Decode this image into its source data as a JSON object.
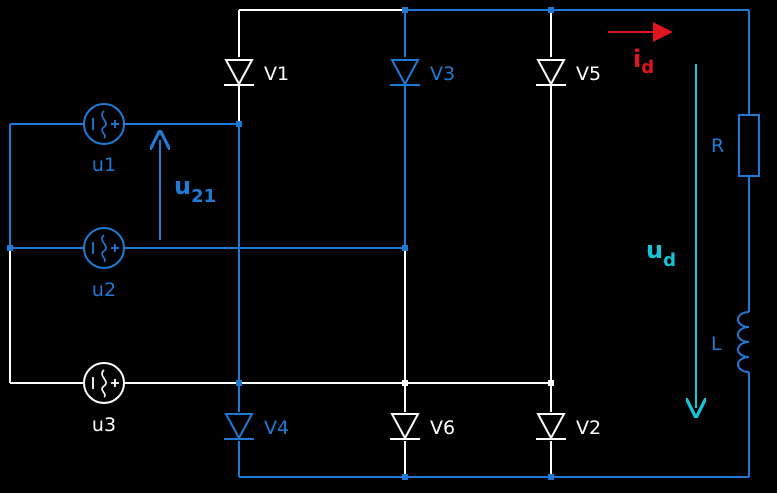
{
  "colors": {
    "background": "#000000",
    "inactive": "#ffffff",
    "active": "#1f7ad6",
    "current_arrow": "#e0141e",
    "voltage_arrow": "#17c3d6"
  },
  "sources": {
    "u1": {
      "label": "u1",
      "state": "active"
    },
    "u2": {
      "label": "u2",
      "state": "active"
    },
    "u3": {
      "label": "u3",
      "state": "inactive"
    }
  },
  "thyristors": {
    "v1": {
      "label": "V1",
      "state": "inactive"
    },
    "v3": {
      "label": "V3",
      "state": "active"
    },
    "v5": {
      "label": "V5",
      "state": "inactive"
    },
    "v4": {
      "label": "V4",
      "state": "active"
    },
    "v6": {
      "label": "V6",
      "state": "inactive"
    },
    "v2": {
      "label": "V2",
      "state": "inactive"
    }
  },
  "load": {
    "resistor_label": "R",
    "inductor_label": "L"
  },
  "annotations": {
    "line_voltage": {
      "base": "u",
      "sub": "21"
    },
    "output_voltage": {
      "base": "u",
      "sub": "d"
    },
    "output_current": {
      "base": "i",
      "sub": "d"
    }
  }
}
